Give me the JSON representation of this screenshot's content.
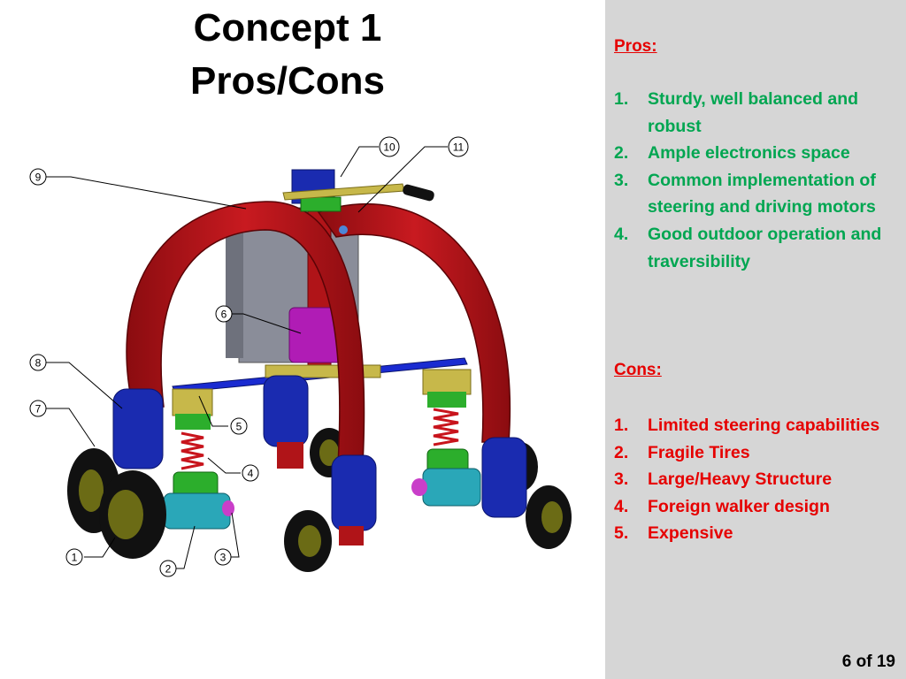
{
  "slide": {
    "title_line1": "Concept 1",
    "title_line2": "Pros/Cons",
    "page_number": "6 of 19"
  },
  "figure": {
    "callouts": [
      "1",
      "2",
      "3",
      "4",
      "5",
      "6",
      "7",
      "8",
      "9",
      "10",
      "11"
    ]
  },
  "pros": {
    "heading": "Pros:",
    "items": [
      {
        "num": "1.",
        "text": "Sturdy, well balanced and robust"
      },
      {
        "num": "2.",
        "text": "Ample electronics space"
      },
      {
        "num": "3.",
        "text": "Common implementation of steering and driving motors"
      },
      {
        "num": "4.",
        "text": "Good outdoor operation and traversibility"
      }
    ]
  },
  "cons": {
    "heading": "Cons:",
    "items": [
      {
        "num": "1.",
        "text": "Limited steering capabilities"
      },
      {
        "num": "2.",
        "text": "Fragile Tires"
      },
      {
        "num": "3.",
        "text": "Large/Heavy Structure"
      },
      {
        "num": "4.",
        "text": "Foreign walker design"
      },
      {
        "num": "5.",
        "text": "Expensive"
      }
    ]
  },
  "colors": {
    "pros_text": "#00a651",
    "cons_text": "#e60000",
    "panel_bg": "#d6d6d6"
  }
}
